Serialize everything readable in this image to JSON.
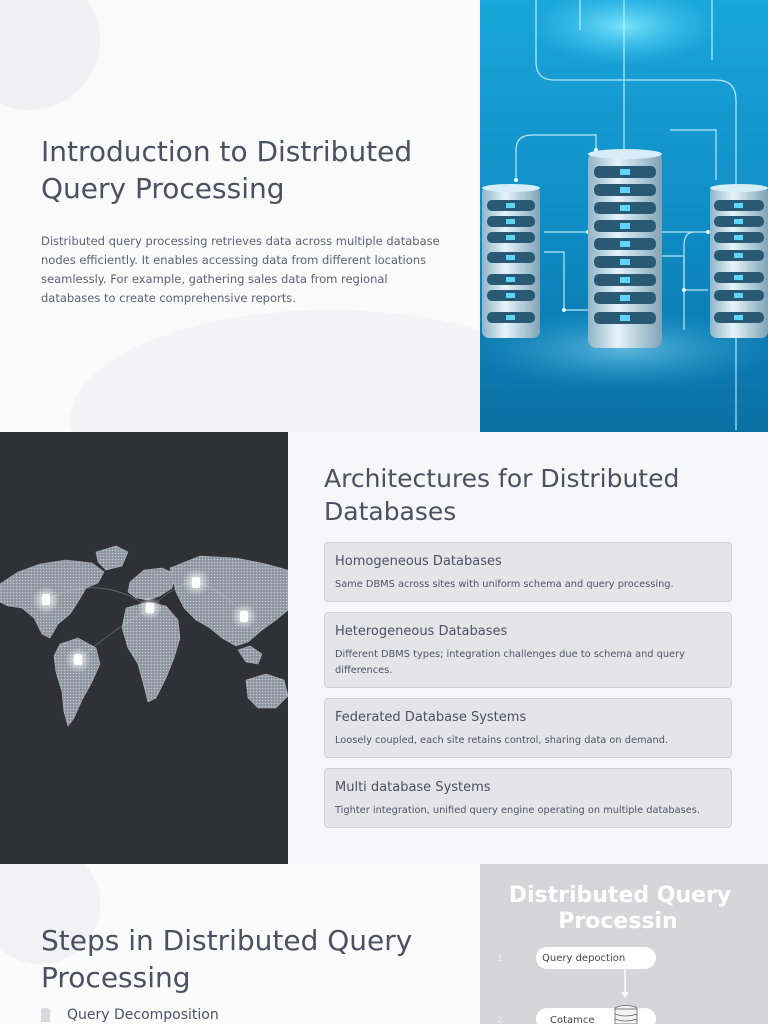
{
  "intro": {
    "title": "Introduction to Distributed Query Processing",
    "body": "Distributed query processing retrieves data across multiple database nodes efficiently. It enables accessing data from different locations seamlessly. For example, gathering sales data from regional databases to create comprehensive reports.",
    "image_icon": "server-racks-illustration"
  },
  "architectures": {
    "title": "Architectures for Distributed Databases",
    "map_icon": "world-map-database-nodes",
    "cards": [
      {
        "title": "Homogeneous Databases",
        "description": "Same DBMS across sites with uniform schema and query processing."
      },
      {
        "title": "Heterogeneous Databases",
        "description": "Different DBMS types; integration challenges due to schema and query differences."
      },
      {
        "title": "Federated Database Systems",
        "description": "Loosely coupled, each site retains control, sharing data on demand."
      },
      {
        "title": "Multi database Systems",
        "description": "Tighter integration, unified query engine operating on multiple databases."
      }
    ]
  },
  "steps": {
    "title": "Steps in Distributed Query Processing",
    "items": [
      {
        "label": "Query Decomposition"
      }
    ],
    "slide": {
      "title_line1": "Distributed Query",
      "title_line2": "Processin",
      "rows": [
        {
          "num": "1.",
          "label": "Query depoction"
        },
        {
          "num": "2.",
          "label": "Cotamce"
        }
      ]
    }
  },
  "colors": {
    "heading": "#4b5063",
    "body_text": "#5d6271",
    "card_bg": "#e4e4e9",
    "hero_cyan": "#1fa5d8",
    "map_bg": "#303136"
  }
}
